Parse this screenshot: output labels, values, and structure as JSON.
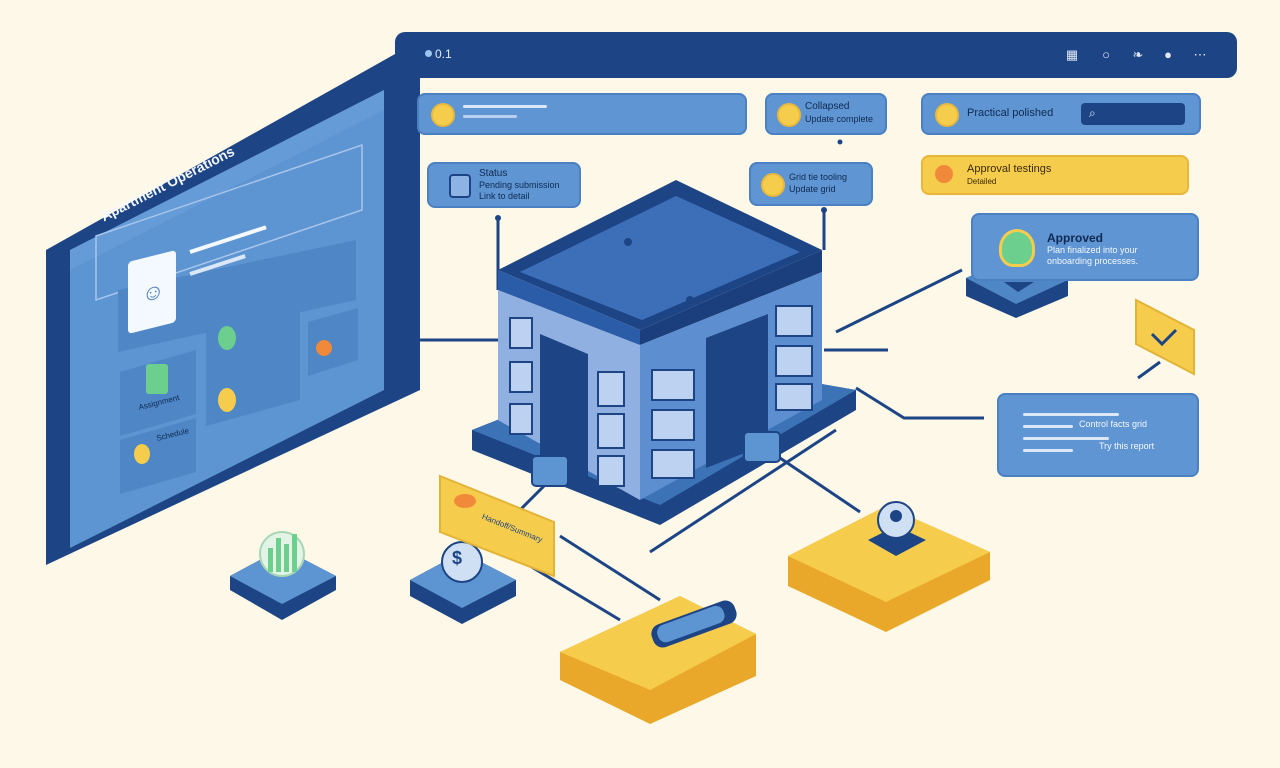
{
  "topbar": {
    "version": "0.1",
    "icons": [
      "grid-icon",
      "search-icon",
      "leaf-icon",
      "circle-icon",
      "menu-icon"
    ]
  },
  "side_panel": {
    "title": "Apartment Operations",
    "labels": [
      "Assignment",
      "Schedule"
    ]
  },
  "cards": {
    "collapsed": {
      "title": "Collapsed",
      "sub": "Update complete"
    },
    "practical": {
      "title": "Practical polished"
    },
    "status": {
      "title": "Status",
      "line1": "Pending submission",
      "line2": "Link to detail"
    },
    "grid": {
      "title": "Grid tie tooling",
      "sub": "Update grid"
    },
    "approval": {
      "title": "Approval testings",
      "sub": "Detailed"
    },
    "approved": {
      "title": "Approved",
      "line1": "Plan finalized into your",
      "line2": "onboarding processes."
    },
    "report": {
      "line1": "Control facts grid",
      "line2": "Try this report"
    },
    "ribbon": {
      "title": "Handoff/Summary"
    }
  },
  "colors": {
    "background": "#fdf8e8",
    "navy": "#1d4585",
    "panel_blue": "#5f95d2",
    "accent_yellow": "#f6cc4c",
    "accent_orange": "#f08a3a",
    "accent_green": "#6ccf8e"
  }
}
